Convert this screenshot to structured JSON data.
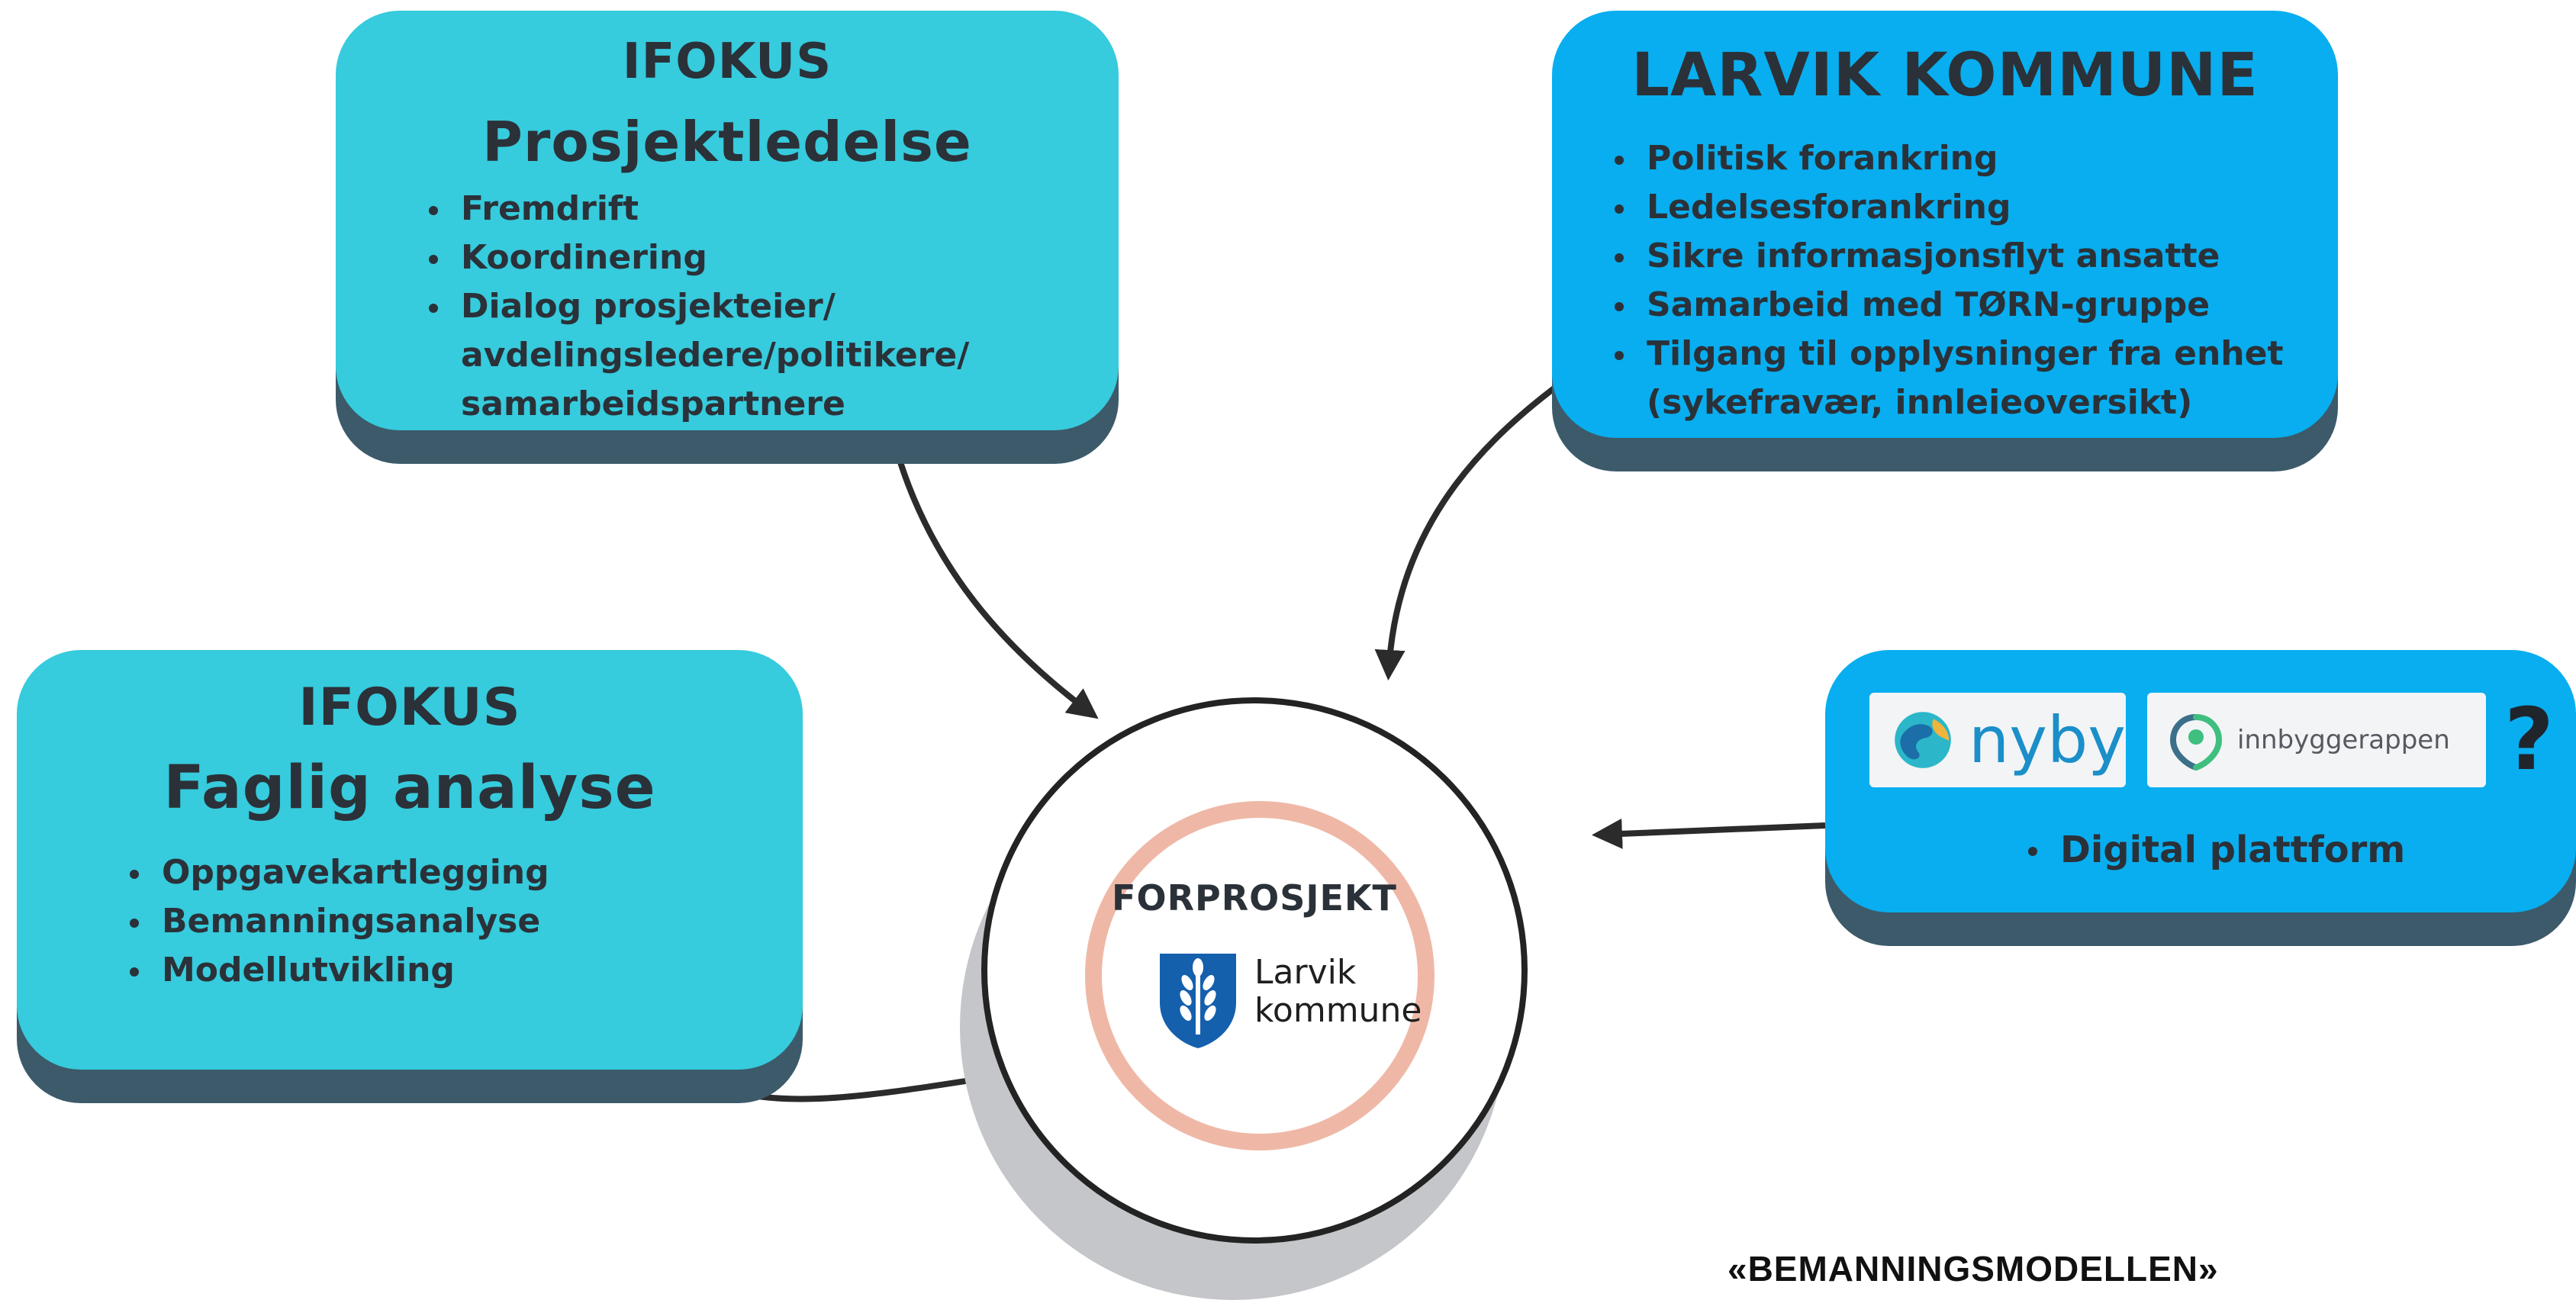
{
  "cards": {
    "prosjektledelse": {
      "title": "IFOKUS",
      "subtitle": "Prosjektledelse",
      "items": [
        "Fremdrift",
        "Koordinering"
      ],
      "dialog_lines": [
        "Dialog prosjekteier/",
        "avdelingsledere/politikere/",
        "samarbeidspartnere"
      ]
    },
    "larvik": {
      "title": "LARVIK KOMMUNE",
      "items": [
        "Politisk forankring",
        "Ledelsesforankring",
        "Sikre informasjonsflyt ansatte",
        "Samarbeid med TØRN-gruppe"
      ],
      "tilgang_lines": [
        "Tilgang til opplysninger fra enhet",
        "(sykefravær, innleieoversikt)"
      ]
    },
    "faglig": {
      "title": "IFOKUS",
      "subtitle": "Faglig analyse",
      "items": [
        "Oppgavekartlegging",
        "Bemanningsanalyse",
        "Modellutvikling"
      ]
    },
    "digital": {
      "logos": {
        "nyby": "nyby",
        "innbyggerappen": "innbyggerappen"
      },
      "question_mark": "?",
      "items": [
        "Digital plattform"
      ]
    }
  },
  "center": {
    "label": "FORPROSJEKT",
    "org_name_line1": "Larvik",
    "org_name_line2": "kommune"
  },
  "footer": {
    "caption": "«BEMANNINGSMODELLEN»"
  },
  "colors": {
    "teal": "#36cbdd",
    "blue": "#08aeef",
    "shadow": "#3c5a6a",
    "ring_inner": "#efb8a6",
    "text": "#2b3138"
  },
  "icons": [
    "nyby-globe-icon",
    "innbyggerappen-location-pin-icon",
    "larvik-crest-icon"
  ]
}
